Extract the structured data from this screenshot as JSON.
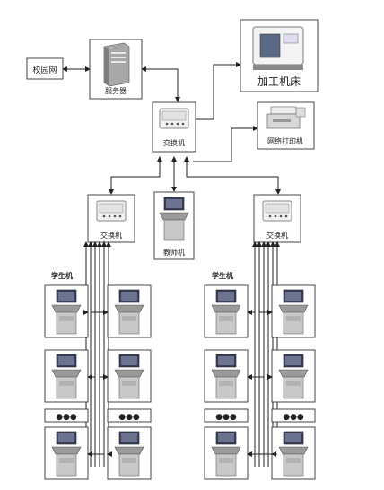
{
  "nodes": {
    "campus_net": "校园网",
    "server": "服务器",
    "cnc_machine": "加工机床",
    "core_switch": "交换机",
    "net_printer": "网络打印机",
    "left_switch": "交换机",
    "right_switch": "交换机",
    "teacher_pc": "教师机"
  },
  "groups": {
    "left_label": "学生机",
    "right_label": "学生机"
  },
  "ellipsis": "●●●",
  "colors": {
    "line": "#222222",
    "box_stroke": "#444444",
    "screen": "#3a3f5c",
    "cabinet": "#c8c8c8"
  },
  "icons": [
    "server-tower-icon",
    "cnc-machine-icon",
    "network-switch-icon",
    "printer-icon",
    "workstation-icon"
  ]
}
